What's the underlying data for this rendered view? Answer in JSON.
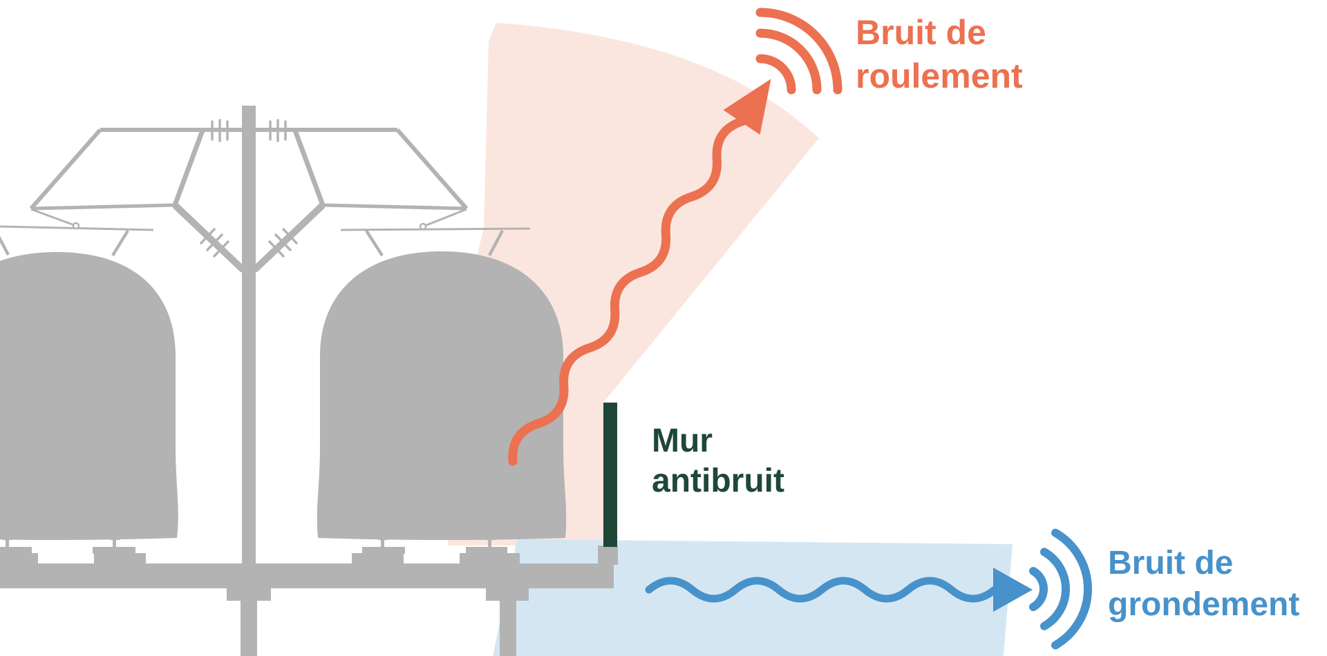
{
  "labels": {
    "rolling_noise": {
      "line1": "Bruit de",
      "line2": "roulement"
    },
    "barrier": {
      "line1": "Mur",
      "line2": "antibruit"
    },
    "rumble_noise": {
      "line1": "Bruit de",
      "line2": "grondement"
    }
  },
  "icons": {
    "rolling_noise_icon": "sound-waves-icon",
    "rumble_noise_icon": "sound-waves-icon"
  },
  "colors": {
    "orange": "#EC7150",
    "pink": "#FBE6DF",
    "blue": "#4792CA",
    "light_blue": "#D5E6F3",
    "gray": "#B3B3B3",
    "dark_green": "#1F4738",
    "white": "#FFFFFF"
  }
}
